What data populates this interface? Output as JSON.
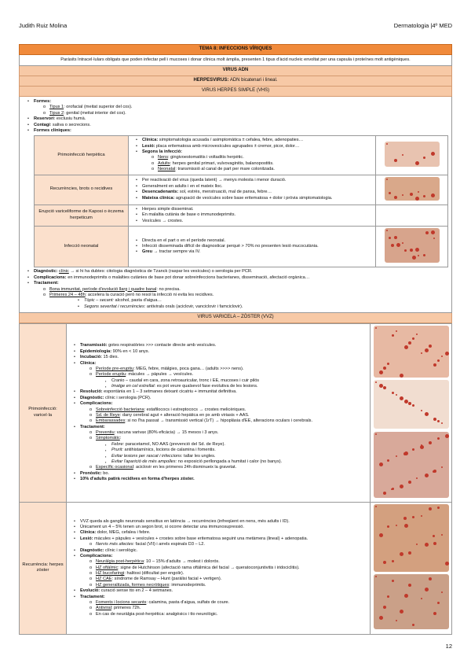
{
  "header": {
    "author": "Judith Ruiz Molina",
    "course": "Dermatologia |4º MED"
  },
  "footer": {
    "page": "12"
  },
  "title": "TEMA 8: INFECCIONS VÍRIQUES",
  "intro": "Paràsits Intracel·lulars obligats que poden infectar pell i mucoses i donar clínica molt àmplia, presenten 1 tipus d'àcid nucleic envoltat per una capsula i proteïnes molt antigèniques.",
  "virus_adn": "VIRUS ADN",
  "herpes": {
    "label": "HERPESVIRUS:",
    "text": " ADN bicatenari i lineal."
  },
  "vhs_title": "VIRUS HERPES SIMPLE (VHS)",
  "vhs_bullets": {
    "formes": "Formes:",
    "tipus1_u": "Tipus 1",
    "tipus1": ": orofacial (meitat superior del cos).",
    "tipus2_u": "Tipus 2",
    "tipus2": ": genital (meitat interior del cos).",
    "reservori_b": "Reservori",
    "reservori": ": exclusiu humà.",
    "contagi_b": "Contagi",
    "contagi": ": saliva o secrecions.",
    "formes_cl": "Formes clíniques:"
  },
  "vhs_rows": [
    {
      "label": "Primoinfecció herpètica",
      "lines": [
        {
          "l": "l1",
          "b": "Clínica:",
          "t": " simptomatologia acusada / asimptomàtica ± cefalea, febre, adenopaties…"
        },
        {
          "l": "l1",
          "b": "Lesió:",
          "t": " placa eritematosa amb microvesícules agrupades ± cremor, picor, dolor…"
        },
        {
          "l": "l1",
          "b": "Segons la infecció:",
          "t": ""
        },
        {
          "l": "l2",
          "u": "Nens",
          "t": ": gingivoestomatitis i voltaditis herpètic."
        },
        {
          "l": "l2",
          "u": "Adults",
          "t": ": herpes genital primari, vulvovaginitis, balanopostitis."
        },
        {
          "l": "l2",
          "u": "Neonatal",
          "t": ": transmissió al canal de part per mare colonitzada."
        }
      ]
    },
    {
      "label": "Recurrències, brots o recidives",
      "lines": [
        {
          "l": "l1",
          "t": "Per reactivació del virus (queda latent) → menys molesta i menor duració."
        },
        {
          "l": "l1",
          "t": "Generalment en adults i en el mateix lloc."
        },
        {
          "l": "l1",
          "b": "Desencadenants:",
          "t": " sol, estrès, menstruació, mal de panxa, febre…"
        },
        {
          "l": "l1",
          "b": "Mateixa clínica:",
          "t": " agrupació de vesícules sobre base eritematosa + dolor i pròvia simptomatologia."
        }
      ]
    },
    {
      "label": "Erupció variceliforme de Kaposi o èczema herpeticum",
      "lines": [
        {
          "l": "l1",
          "t": "Herpes simple disseminat."
        },
        {
          "l": "l1",
          "t": "En malaltia cutània de base o immunodeprimits."
        },
        {
          "l": "l1",
          "t": "Vesícules → crostes."
        }
      ]
    },
    {
      "label": "Infecció neonatal",
      "lines": [
        {
          "l": "l1",
          "t": "Directa en el part o en el període neonatal."
        },
        {
          "l": "l1",
          "t": "Infecció disseminada difícil de diagnosticar perquè > 70% no presenten lesió mucocutània."
        },
        {
          "l": "l1",
          "b": "Greu",
          "t": " → tractar sempre via IV."
        }
      ]
    }
  ],
  "vhs_after": [
    {
      "l": "l1",
      "b": "Diagnòstic:",
      "u": "clínic",
      "t": " → si hi ha dubtes: citologia diagnòstica de Tzanck (raspar les vesícules) o serologia per PCR."
    },
    {
      "l": "l1",
      "b": "Complicacions:",
      "t": " en immunodeprimits o malalties cutànies de base pot donar sobreinfeccions bacterianes, disseminació, afectació orgànica…"
    },
    {
      "l": "l1",
      "b": "Tractament:",
      "t": ""
    },
    {
      "l": "l2",
      "u": "Bona immunitat, període d'evolució llarg i quadre banal",
      "t": ": no precisa."
    },
    {
      "l": "l2",
      "u": "Primeres 24 – 48h",
      "t": ": accelera la curació però no resol la infecció ni evita les recidives."
    },
    {
      "l": "l4",
      "i": "Tòpic – secant:",
      "t": " alcohol, pasta d'aigua…"
    },
    {
      "l": "l4",
      "i": "Segons severitat i recurrències:",
      "t": " antivirals orals (aciclovir, vanciclovir i famciclovir)."
    }
  ],
  "vvz_title": "VIRUS VARICELA – ZÒSTER (VVZ)",
  "vvz_rows": [
    {
      "label": "Primoinfecció: varicel·la",
      "lines": [
        {
          "l": "l1",
          "b": "Transmissió:",
          "t": " gotes respiratòries >>> contacte directe amb vesícules."
        },
        {
          "l": "l1",
          "b": "Epidemiologia:",
          "t": " 90% en < 10 anys."
        },
        {
          "l": "l1",
          "b": "Incubació:",
          "t": " 15 dies."
        },
        {
          "l": "l1",
          "b": "Clínica:",
          "t": ""
        },
        {
          "l": "l2",
          "u": "Període pre-eruptiu",
          "t": ": MEG, febre, miàlgies, poca gana… (adults >>>> nens)."
        },
        {
          "l": "l2",
          "u": "Període eruptiu",
          "t": ": màcules → pàpules → vesícules."
        },
        {
          "l": "l3",
          "t": "Cranio – caudal en cara, zona retroauricular, tronc i EE, mucoses i cuir pilós"
        },
        {
          "l": "l3",
          "i": "Imatge en cel estrellat",
          "t": ": es pot veure qualsevol fase evolutiva de les lesions."
        },
        {
          "l": "l1",
          "b": "Resolució:",
          "t": " espontània en 1 – 3 setmanes deixant cicatriu + immunitat definitiva."
        },
        {
          "l": "l1",
          "b": "Diagnòstic:",
          "t": " clínic i serologia (PCR)."
        },
        {
          "l": "l1",
          "b": "Complicacions:",
          "t": ""
        },
        {
          "l": "l2",
          "u": "Sobreinfecció bacteriana",
          "t": ": estafilococs i estreptococs → crostes melicèriques."
        },
        {
          "l": "l2",
          "u": "Sd. de Reye",
          "t": ": dany cerebral agut + alteració hepàtica en px amb viriasis + AAS."
        },
        {
          "l": "l2",
          "u": "Embarassades",
          "t": ": si no l'ha passat → transmissió vertical (1rT) → hipoplàsia d'EE, alteracions oculars i cerebrals."
        },
        {
          "l": "l1",
          "b": "Tractament:",
          "t": ""
        },
        {
          "l": "l2",
          "u": "Preventiu",
          "t": ": vacuna varivax (80% eficàcia) → 15 mesos i 3 anys."
        },
        {
          "l": "l2",
          "u": "Simptomàtic",
          "t": ":"
        },
        {
          "l": "l3",
          "i": "Febre:",
          "t": " paracetamol, NO AAS (prevenció del Sd. de Reye)."
        },
        {
          "l": "l3",
          "i": "Prurit:",
          "t": " antihistamínics, locions de calamina i fomentis."
        },
        {
          "l": "l3",
          "i": "Evitar lesions per rascat i infeccions:",
          "t": " tallar les ungles."
        },
        {
          "l": "l3",
          "i": "Evitar l'aparició de més ampolles:",
          "t": " no exposició perllongada a humitat i calor (no banys)."
        },
        {
          "l": "l2",
          "u": "Específic ocasional",
          "t": ": aciclovir en les primeres 24h disminueix la gravetat."
        },
        {
          "l": "l1",
          "b": "Pronòstic:",
          "t": " bo."
        },
        {
          "l": "l1",
          "b": "10% d'adults patirà recidives en forma d'herpes zòster.",
          "t": ""
        }
      ]
    },
    {
      "label": "Recurrència: herpes zòster",
      "lines": [
        {
          "l": "l1",
          "t": "VVZ queda als ganglis neuronals sensitius en latència → recurrències (infreqüent en nens, més adults i ID)."
        },
        {
          "l": "l1",
          "t": "Únicament un 4 – 5% tenen un segon brot, si ocorre detectar una immunosupressió."
        },
        {
          "l": "l1",
          "b": "Clínica:",
          "t": " dolor, MEG, cefalea i febre."
        },
        {
          "l": "l1",
          "b": "Lesió:",
          "t": " màcules + pàpules + vesícules + crostes sobre base eritematosa seguint una metàmera (lineal) + adenopatia."
        },
        {
          "l": "l2",
          "i": "Nervis més afectes:",
          "t": " facial (VII) i arrels espinals D3 – L2."
        },
        {
          "l": "l1",
          "b": "Diagnòstic:",
          "t": " clínic i serològic."
        },
        {
          "l": "l1",
          "b": "Complicacions:",
          "t": ""
        },
        {
          "l": "l2",
          "u": "Neuràlgia post-herpètica",
          "t": ": 10 – 15% d'adults → molest i dolorós."
        },
        {
          "l": "l2",
          "u": "HZ oftàlmic",
          "t": ": signe de Hutchinson (afectació rama oftàlmica del facial → queratoconjuntivitis i iridociclitis)."
        },
        {
          "l": "l2",
          "u": "HZ bucofaringi",
          "t": ": halitosi (dificultat per engolir)."
        },
        {
          "l": "l2",
          "u": "HZ CAE",
          "t": ": síndrome de Ramsay – Hunt (paràlisi facial + vertigen)."
        },
        {
          "l": "l2",
          "u": "HZ generalitzada, formes necròtiques",
          "t": ": immunodeprimits."
        },
        {
          "l": "l1",
          "b": "Evolució:",
          "t": " curació sense tto en 2 – 4 setmanes."
        },
        {
          "l": "l1",
          "b": "Tractament:",
          "t": ""
        },
        {
          "l": "l2",
          "u": "Foments i locions secants",
          "t": ": calamina, pasta d'aigua, sulfats de coure."
        },
        {
          "l": "l2",
          "u": "Antiviral",
          "t": ": primeres 72h."
        },
        {
          "l": "l2",
          "t": "En cas de neuràlgia post-herpètica: analgèsics i tto neurològic."
        }
      ]
    }
  ]
}
